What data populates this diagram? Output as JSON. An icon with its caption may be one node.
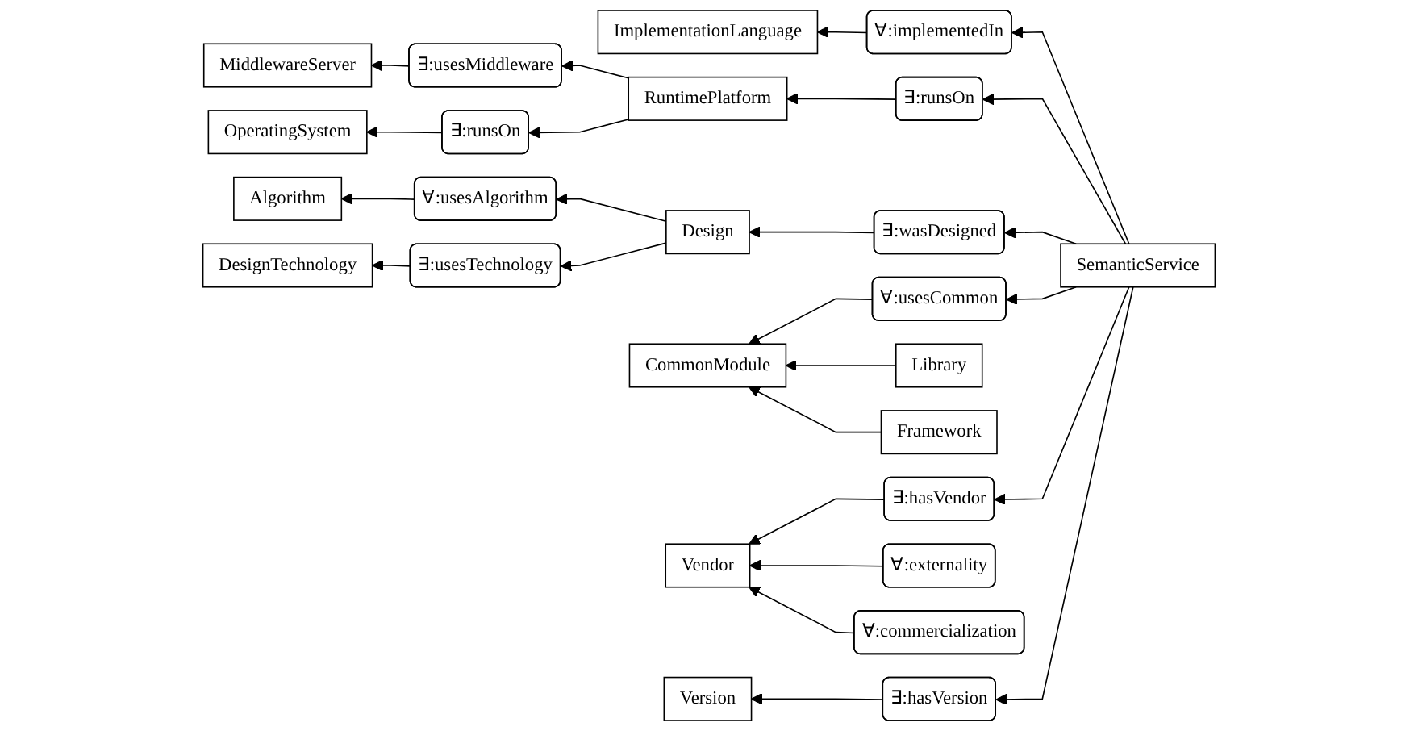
{
  "diagram": {
    "nodes": [
      {
        "text": [
          "MiddlewareServer"
        ]
      },
      {
        "text": [
          "ImplementationLanguage"
        ]
      },
      {
        "text": [
          "Algorithm"
        ]
      },
      {
        "text": [
          "∃:usesMiddleware"
        ]
      },
      {
        "text": [
          "∀:usesAlgorithm"
        ]
      },
      {
        "text": [
          "RuntimePlatform"
        ]
      },
      {
        "text": [
          "∀:implementedIn"
        ]
      },
      {
        "text": [
          "Design"
        ]
      },
      {
        "text": [
          "∃:usesTechnology"
        ]
      },
      {
        "text": [
          "∃:runsOn"
        ]
      },
      {
        "text": [
          "∃:runsOn"
        ]
      },
      {
        "text": [
          "∃:wasDesigned"
        ]
      },
      {
        "text": [
          "DesignTechnology"
        ]
      },
      {
        "text": [
          "OperatingSystem"
        ]
      },
      {
        "text": [
          "SemanticService"
        ]
      },
      {
        "text": [
          "∀:usesCommon"
        ]
      },
      {
        "text": [
          "∃:hasVendor"
        ]
      },
      {
        "text": [
          "CommonModule"
        ]
      },
      {
        "text": [
          "∃:hasVersion"
        ]
      },
      {
        "text": [
          "Vendor"
        ]
      },
      {
        "text": [
          "Framework"
        ]
      },
      {
        "text": [
          "∀:externality"
        ]
      },
      {
        "text": [
          "∀:commercialization"
        ]
      },
      {
        "text": [
          "Version"
        ]
      },
      {
        "text": [
          "Library"
        ]
      }
    ],
    "edges": [
      {
        "from": 3,
        "to": 0,
        "arrow": "to"
      },
      {
        "from": 5,
        "to": 3,
        "arrow": "to"
      },
      {
        "from": 5,
        "to": 9,
        "arrow": "to"
      },
      {
        "from": 9,
        "to": 13,
        "arrow": "to"
      },
      {
        "from": 10,
        "to": 5,
        "arrow": "to"
      },
      {
        "from": 14,
        "to": 10,
        "arrow": "to"
      },
      {
        "from": 14,
        "to": 6,
        "arrow": "to"
      },
      {
        "from": 6,
        "to": 1,
        "arrow": "to"
      },
      {
        "from": 14,
        "to": 11,
        "arrow": "to"
      },
      {
        "from": 11,
        "to": 7,
        "arrow": "to"
      },
      {
        "from": 7,
        "to": 4,
        "arrow": "to"
      },
      {
        "from": 4,
        "to": 2,
        "arrow": "to"
      },
      {
        "from": 7,
        "to": 8,
        "arrow": "to"
      },
      {
        "from": 8,
        "to": 12,
        "arrow": "to"
      },
      {
        "from": 14,
        "to": 15,
        "arrow": "to"
      },
      {
        "from": 15,
        "to": 17,
        "arrow": "to"
      },
      {
        "from": 14,
        "to": 16,
        "arrow": "to"
      },
      {
        "from": 16,
        "to": 19,
        "arrow": "to"
      },
      {
        "from": 14,
        "to": 18,
        "arrow": "to"
      },
      {
        "from": 18,
        "to": 23,
        "arrow": "to"
      },
      {
        "from": 21,
        "to": 19,
        "arrow": "to"
      },
      {
        "from": 22,
        "to": 19,
        "arrow": "to"
      },
      {
        "from": 24,
        "to": 17,
        "arrow": "to"
      },
      {
        "from": 20,
        "to": 17,
        "arrow": "to"
      }
    ]
  }
}
